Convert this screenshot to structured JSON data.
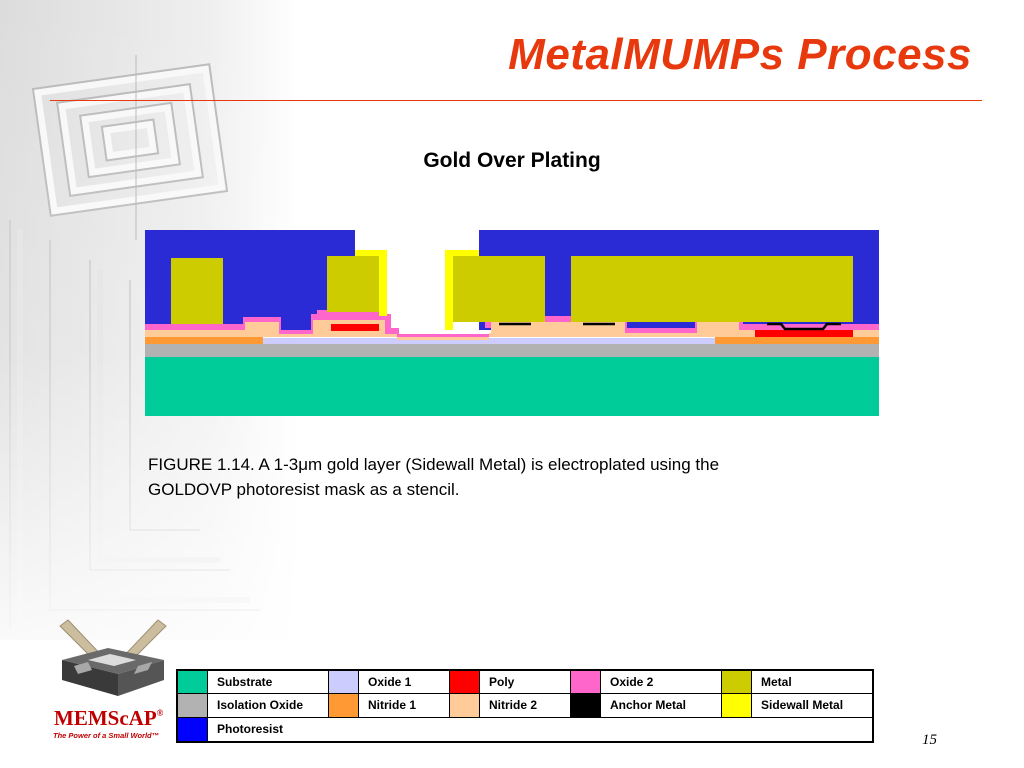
{
  "slide": {
    "title": "MetalMUMPs Process",
    "subtitle": "Gold Over Plating",
    "page_number": "15"
  },
  "figure": {
    "caption_line1": "FIGURE 1.14.  A 1-3μm gold layer (Sidewall Metal) is electroplated using the",
    "caption_line2": "GOLDOVP photoresist mask as a stencil."
  },
  "logo": {
    "name": "MEMScAP",
    "registered": "®",
    "tagline": "The Power of a Small World™"
  },
  "legend": {
    "items": [
      {
        "label": "Substrate",
        "color": "#00cc99"
      },
      {
        "label": "Oxide 1",
        "color": "#ccccff"
      },
      {
        "label": "Poly",
        "color": "#ff0000"
      },
      {
        "label": "Oxide 2",
        "color": "#ff66cc"
      },
      {
        "label": "Metal",
        "color": "#cccc00"
      },
      {
        "label": "Isolation Oxide",
        "color": "#b2b2b2"
      },
      {
        "label": "Nitride 1",
        "color": "#ff9933"
      },
      {
        "label": "Nitride 2",
        "color": "#ffcc99"
      },
      {
        "label": "Anchor Metal",
        "color": "#000000"
      },
      {
        "label": "Sidewall Metal",
        "color": "#ffff00"
      },
      {
        "label": "Photoresist",
        "color": "#0000ff"
      }
    ]
  },
  "colors": {
    "title": "#e8380d",
    "substrate": "#00cc99",
    "isolation_oxide": "#b2b2b2",
    "oxide1": "#ccccff",
    "nitride1": "#ff9933",
    "oxide2": "#ff66cc",
    "nitride2": "#ffcc99",
    "poly": "#ff0000",
    "anchor_metal": "#000000",
    "metal": "#cccc00",
    "sidewall_metal": "#ffff00",
    "photoresist": "#2b2bd6"
  }
}
